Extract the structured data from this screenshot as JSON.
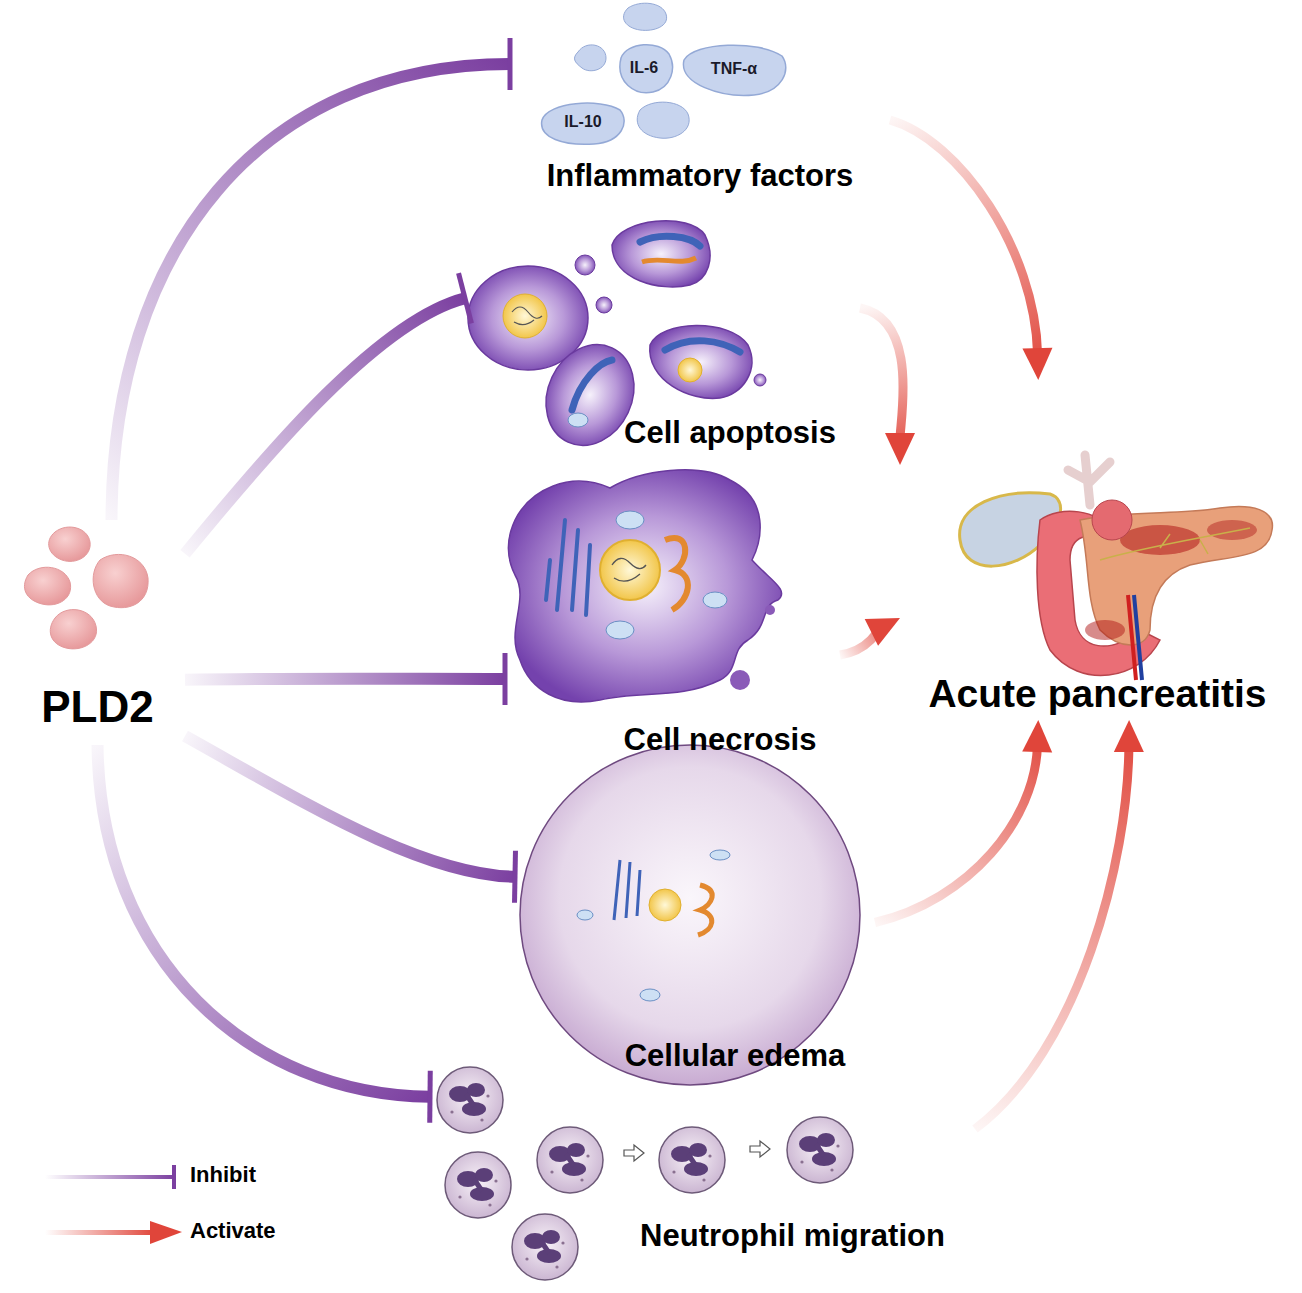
{
  "diagram": {
    "nodes": [
      {
        "text": [
          "PLD2"
        ]
      },
      {
        "text": [
          "Inflammatory factors"
        ]
      },
      {
        "text": [
          "IL-6"
        ],
        "in": 1
      },
      {
        "text": [
          "TNF-α"
        ],
        "in": 1
      },
      {
        "text": [
          "IL-10"
        ],
        "in": 1
      },
      {
        "text": [
          "Cell apoptosis"
        ]
      },
      {
        "text": [
          "Cell necrosis"
        ]
      },
      {
        "text": [
          "Cellular edema"
        ]
      },
      {
        "text": [
          "Neutrophil migration"
        ]
      },
      {
        "text": [
          "Acute pancreatitis"
        ]
      }
    ],
    "edges": [
      {
        "from": 0,
        "to": 1,
        "arrow": "to"
      },
      {
        "from": 0,
        "to": 5,
        "arrow": "to"
      },
      {
        "from": 0,
        "to": 6,
        "arrow": "to"
      },
      {
        "from": 0,
        "to": 7,
        "arrow": "to"
      },
      {
        "from": 0,
        "to": 8,
        "arrow": "to"
      },
      {
        "from": 1,
        "to": 9,
        "arrow": "to"
      },
      {
        "from": 5,
        "to": 9,
        "arrow": "to"
      },
      {
        "from": 6,
        "to": 9,
        "arrow": "to"
      },
      {
        "from": 7,
        "to": 9,
        "arrow": "to"
      },
      {
        "from": 8,
        "to": 9,
        "arrow": "to"
      }
    ],
    "legend": [
      {
        "text": "Inhibit"
      },
      {
        "text": "Activate"
      }
    ]
  }
}
